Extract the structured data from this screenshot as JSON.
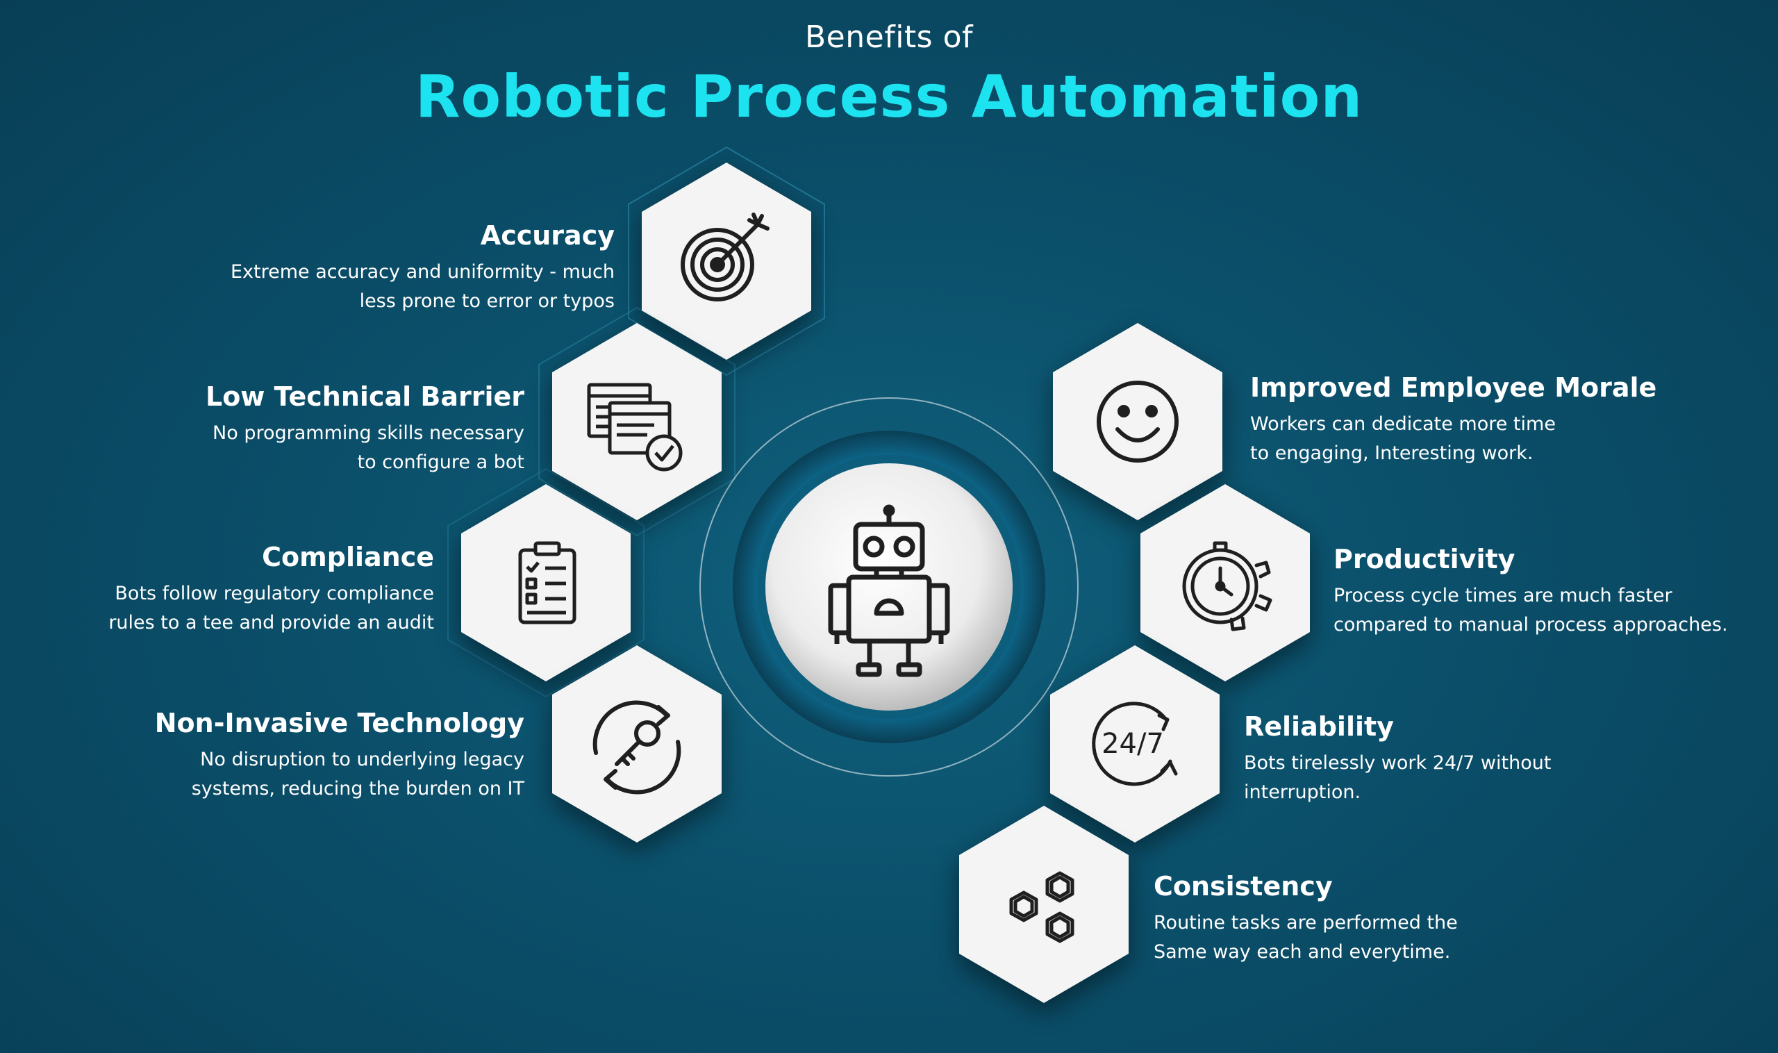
{
  "header": {
    "subtitle": "Benefits of",
    "title": "Robotic Process Automation"
  },
  "colors": {
    "background": "#0b4f6a",
    "title_accent": "#1de3f0",
    "hex_fill": "#f4f4f4",
    "icon_stroke": "#1f1f1f"
  },
  "center": {
    "icon": "robot-icon"
  },
  "benefits_left": [
    {
      "title": "Accuracy",
      "lines": [
        "Extreme accuracy and uniformity - much",
        "less prone to error or typos"
      ],
      "icon": "target-icon"
    },
    {
      "title": "Low Technical Barrier",
      "lines": [
        "No programming skills necessary",
        "to configure a bot"
      ],
      "icon": "browser-check-icon"
    },
    {
      "title": "Compliance",
      "lines": [
        "Bots follow regulatory compliance",
        "rules to a tee and provide an audit"
      ],
      "icon": "clipboard-checklist-icon"
    },
    {
      "title": "Non-Invasive Technology",
      "lines": [
        "No disruption to underlying legacy",
        "systems, reducing the burden on IT"
      ],
      "icon": "key-refresh-icon"
    }
  ],
  "benefits_right": [
    {
      "title": "Improved Employee Morale",
      "lines": [
        "Workers can dedicate more time",
        "to engaging, Interesting work."
      ],
      "icon": "smiley-icon"
    },
    {
      "title": "Productivity",
      "lines": [
        "Process cycle times are much faster",
        "compared to manual process approaches."
      ],
      "icon": "stopwatch-gear-icon"
    },
    {
      "title": "Reliability",
      "lines": [
        "Bots tirelessly work 24/7 without",
        "interruption."
      ],
      "icon": "clock-24-7-icon",
      "icon_text": "24/7"
    },
    {
      "title": "Consistency",
      "lines": [
        "Routine tasks are performed the",
        "Same way each and everytime."
      ],
      "icon": "hexagons-icon"
    }
  ]
}
